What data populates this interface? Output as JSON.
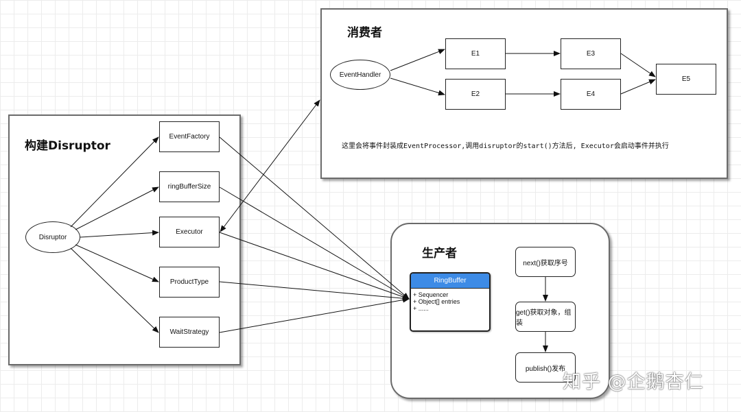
{
  "build_panel": {
    "title": "构建Disruptor",
    "root": "Disruptor",
    "items": [
      "EventFactory",
      "ringBufferSize",
      "Executor",
      "ProductType",
      "WaitStrategy"
    ]
  },
  "consumer_panel": {
    "title": "消费者",
    "handler": "EventHandler",
    "events": [
      "E1",
      "E2",
      "E3",
      "E4",
      "E5"
    ],
    "note": "这里会将事件封装成EventProcessor,调用disruptor的start()方法后, Executor会启动事件并执行"
  },
  "producer_panel": {
    "title": "生产者",
    "ring_buffer": {
      "header": "RingBuffer",
      "fields": [
        "+ Sequencer",
        "+ Object[] entries",
        "+ ......"
      ]
    },
    "steps": [
      "next()获取序号",
      "get()获取对象，组装",
      "publish()发布"
    ]
  },
  "watermark": "知乎 @企鹅杏仁",
  "colors": {
    "ring_header": "#3d8be6",
    "border": "#222222",
    "panel_border": "#6a6a6a"
  }
}
